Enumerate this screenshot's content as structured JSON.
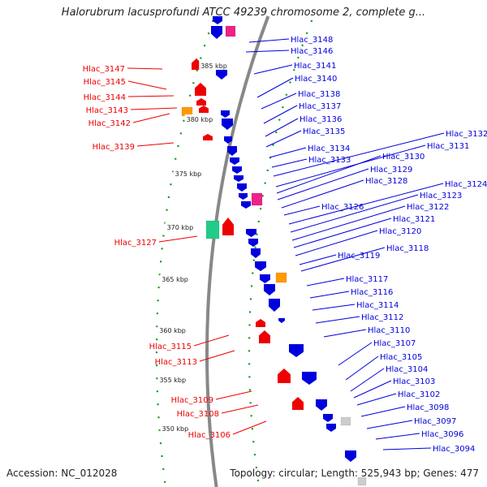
{
  "title": "Halorubrum lacusprofundi ATCC 49239 chromosome 2, complete g...",
  "footer": {
    "accession": "Accession: NC_012028",
    "info": "Topology: circular; Length: 525,943 bp; Genes: 477"
  },
  "colors": {
    "forward": "#0000dd",
    "reverse": "#ee0000",
    "special": "#ee2288",
    "orange": "#ff9900",
    "green": "#22cc88",
    "backbone": "#888888",
    "dots": "#119911"
  },
  "ruler_ticks": [
    "385 kbp",
    "380 kbp",
    "375 kbp",
    "370 kbp",
    "365 kbp",
    "360 kbp",
    "355 kbp",
    "350 kbp"
  ],
  "left_genes": [
    "Hlac_3147",
    "Hlac_3145",
    "Hlac_3144",
    "Hlac_3143",
    "Hlac_3142",
    "Hlac_3139",
    "Hlac_3127",
    "Hlac_3115",
    "Hlac_3113",
    "Hlac_3109",
    "Hlac_3108",
    "Hlac_3106"
  ],
  "right_genes": [
    "Hlac_3148",
    "Hlac_3146",
    "Hlac_3141",
    "Hlac_3140",
    "Hlac_3138",
    "Hlac_3137",
    "Hlac_3136",
    "Hlac_3135",
    "Hlac_3134",
    "Hlac_3133",
    "Hlac_3132",
    "Hlac_3131",
    "Hlac_3130",
    "Hlac_3129",
    "Hlac_3128",
    "Hlac_3126",
    "Hlac_3124",
    "Hlac_3123",
    "Hlac_3122",
    "Hlac_3121",
    "Hlac_3120",
    "Hlac_3119",
    "Hlac_3118",
    "Hlac_3117",
    "Hlac_3116",
    "Hlac_3114",
    "Hlac_3112",
    "Hlac_3110",
    "Hlac_3107",
    "Hlac_3105",
    "Hlac_3104",
    "Hlac_3103",
    "Hlac_3102",
    "Hlac_3098",
    "Hlac_3097",
    "Hlac_3096",
    "Hlac_3094"
  ]
}
